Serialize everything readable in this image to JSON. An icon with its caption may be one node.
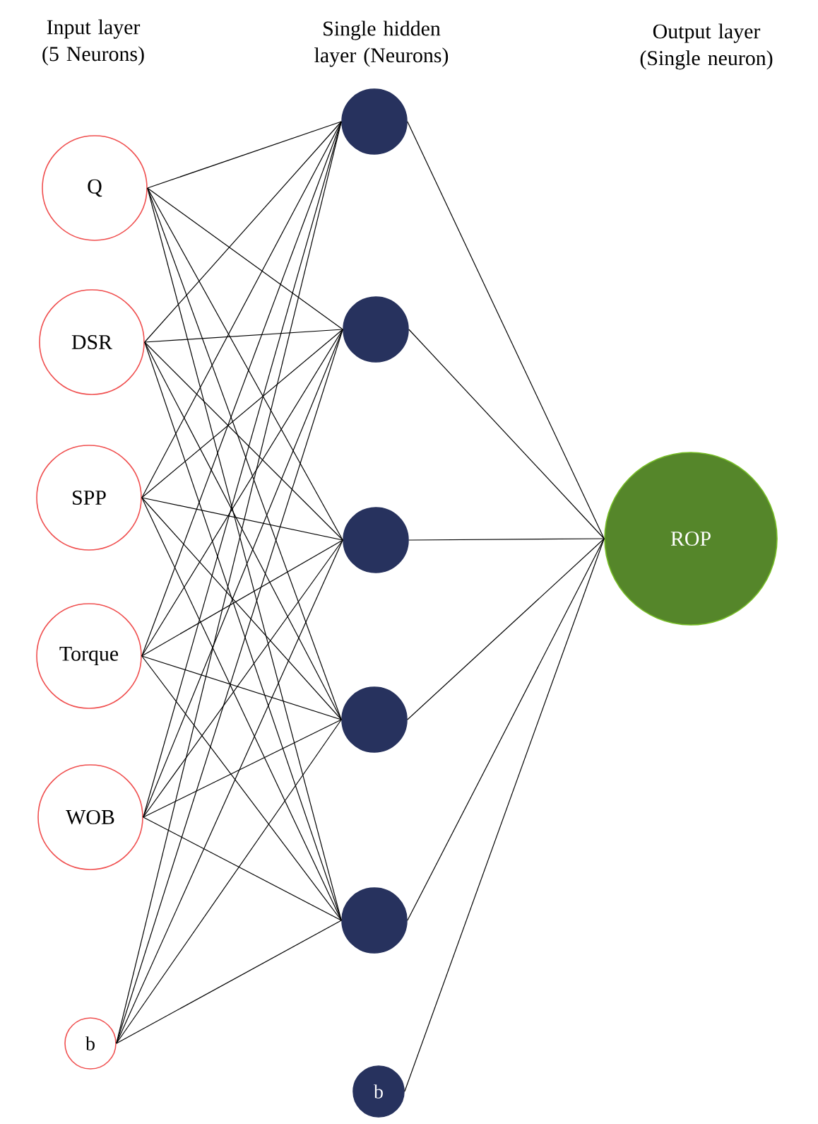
{
  "diagram": {
    "nodes": [
      {
        "text": [
          "Q"
        ]
      },
      {
        "text": [
          "DSR"
        ]
      },
      {
        "text": [
          "SPP"
        ]
      },
      {
        "text": [
          "Torque"
        ]
      },
      {
        "text": [
          "WOB"
        ]
      },
      {
        "text": [
          "b"
        ]
      },
      {
        "text": [],
        "shape": "circle"
      },
      {
        "text": [],
        "shape": "circle"
      },
      {
        "text": [],
        "shape": "circle"
      },
      {
        "text": [],
        "shape": "circle"
      },
      {
        "text": [],
        "shape": "circle"
      },
      {
        "text": [
          "b"
        ]
      },
      {
        "text": [
          "ROP"
        ]
      }
    ],
    "edges": [
      {
        "from": 0,
        "to": 6,
        "arrow": "none"
      },
      {
        "from": 0,
        "to": 7,
        "arrow": "none"
      },
      {
        "from": 0,
        "to": 8,
        "arrow": "none"
      },
      {
        "from": 0,
        "to": 9,
        "arrow": "none"
      },
      {
        "from": 0,
        "to": 10,
        "arrow": "none"
      },
      {
        "from": 1,
        "to": 6,
        "arrow": "none"
      },
      {
        "from": 1,
        "to": 7,
        "arrow": "none"
      },
      {
        "from": 1,
        "to": 8,
        "arrow": "none"
      },
      {
        "from": 1,
        "to": 9,
        "arrow": "none"
      },
      {
        "from": 1,
        "to": 10,
        "arrow": "none"
      },
      {
        "from": 2,
        "to": 6,
        "arrow": "none"
      },
      {
        "from": 2,
        "to": 7,
        "arrow": "none"
      },
      {
        "from": 2,
        "to": 8,
        "arrow": "none"
      },
      {
        "from": 2,
        "to": 9,
        "arrow": "none"
      },
      {
        "from": 2,
        "to": 10,
        "arrow": "none"
      },
      {
        "from": 3,
        "to": 6,
        "arrow": "none"
      },
      {
        "from": 3,
        "to": 7,
        "arrow": "none"
      },
      {
        "from": 3,
        "to": 8,
        "arrow": "none"
      },
      {
        "from": 3,
        "to": 9,
        "arrow": "none"
      },
      {
        "from": 3,
        "to": 10,
        "arrow": "none"
      },
      {
        "from": 4,
        "to": 6,
        "arrow": "none"
      },
      {
        "from": 4,
        "to": 7,
        "arrow": "none"
      },
      {
        "from": 4,
        "to": 8,
        "arrow": "none"
      },
      {
        "from": 4,
        "to": 9,
        "arrow": "none"
      },
      {
        "from": 4,
        "to": 10,
        "arrow": "none"
      },
      {
        "from": 5,
        "to": 6,
        "arrow": "none"
      },
      {
        "from": 5,
        "to": 7,
        "arrow": "none"
      },
      {
        "from": 5,
        "to": 8,
        "arrow": "none"
      },
      {
        "from": 5,
        "to": 9,
        "arrow": "none"
      },
      {
        "from": 5,
        "to": 10,
        "arrow": "none"
      },
      {
        "from": 6,
        "to": 12,
        "arrow": "none"
      },
      {
        "from": 7,
        "to": 12,
        "arrow": "none"
      },
      {
        "from": 8,
        "to": 12,
        "arrow": "none"
      },
      {
        "from": 9,
        "to": 12,
        "arrow": "none"
      },
      {
        "from": 10,
        "to": 12,
        "arrow": "none"
      },
      {
        "from": 11,
        "to": 12,
        "arrow": "none"
      }
    ],
    "labels": [
      "Input layer (5 Neurons)",
      "Single hidden layer (Neurons)",
      "Output layer (Single neuron)"
    ]
  }
}
